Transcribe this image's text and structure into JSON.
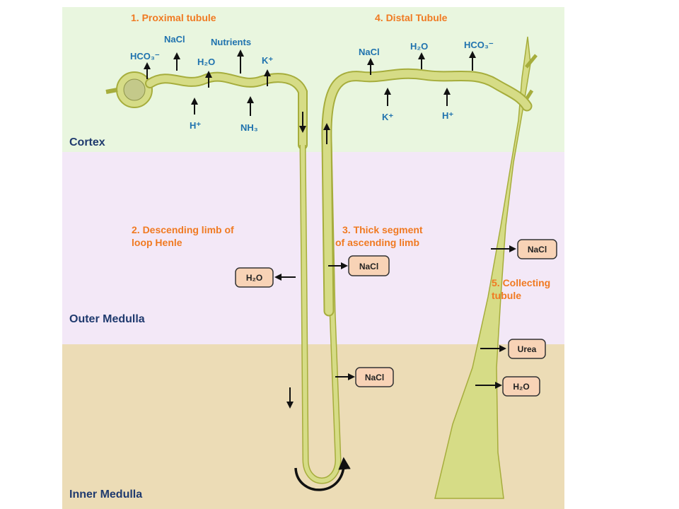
{
  "colors": {
    "cortex": "#e9f6df",
    "outer_medulla": "#f3e8f7",
    "inner_medulla": "#ecdcb6",
    "tubule_fill": "#d6dc86",
    "tubule_stroke": "#a6ad3c",
    "segment_label": "#f07a22",
    "ion_label": "#1f72ae",
    "zone_label": "#1f3a6e",
    "box_fill": "#f8d3b6",
    "box_stroke": "#333333"
  },
  "zones": {
    "cortex": "Cortex",
    "outer_medulla": "Outer Medulla",
    "inner_medulla": "Inner Medulla"
  },
  "segments": {
    "proximal": "1. Proximal tubule",
    "descending_line1": "2. Descending limb of",
    "descending_line2": "loop Henle",
    "thick_line1": "3. Thick segment",
    "thick_line2": "of ascending limb",
    "distal": "4. Distal Tubule",
    "collecting_line1": "5. Collecting",
    "collecting_line2": "tubule"
  },
  "proximal": {
    "hco3": "HCO₃⁻",
    "nacl": "NaCl",
    "h2o": "H₂O",
    "nutrients": "Nutrients",
    "k": "K⁺",
    "h": "H⁺",
    "nh3": "NH₃"
  },
  "distal": {
    "nacl": "NaCl",
    "h2o": "H₂O",
    "hco3": "HCO₃⁻",
    "k": "K⁺",
    "h": "H⁺"
  },
  "boxes": {
    "descending_h2o": "H₂O",
    "thick_nacl": "NaCl",
    "thin_nacl": "NaCl",
    "collecting_nacl": "NaCl",
    "collecting_urea": "Urea",
    "collecting_h2o": "H₂O"
  }
}
